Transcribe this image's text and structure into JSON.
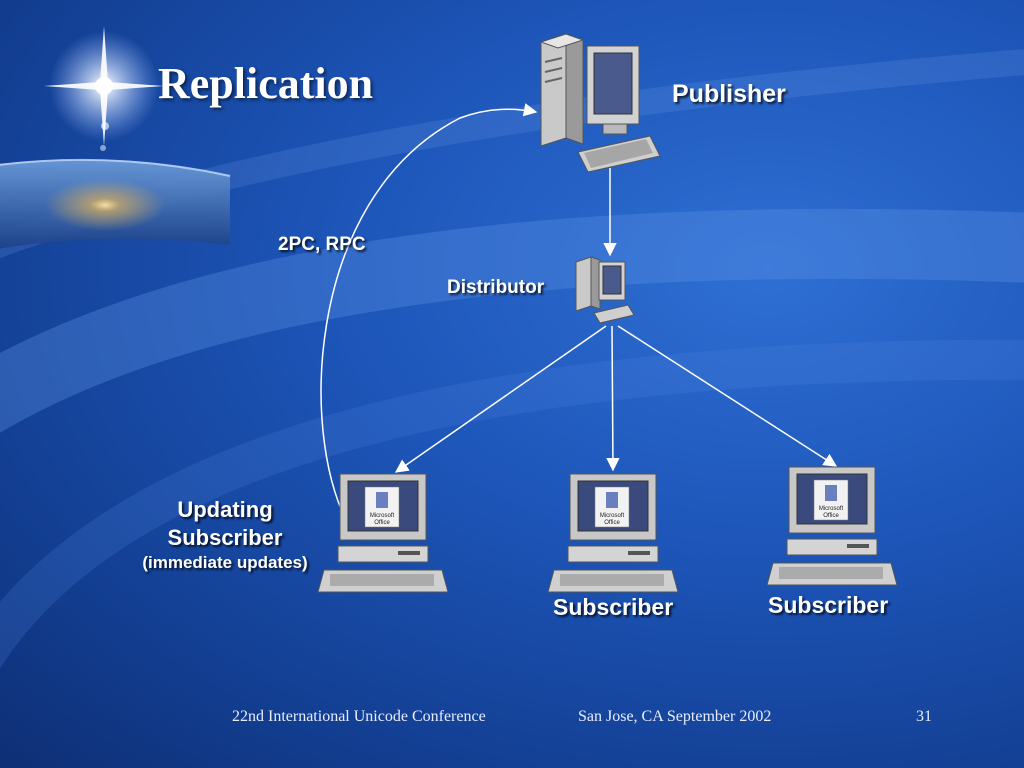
{
  "slide": {
    "title": "Replication",
    "footer": {
      "conference": "22nd International Unicode Conference",
      "location": "San Jose, CA September 2002",
      "page_number": "31"
    }
  },
  "diagram": {
    "nodes": {
      "publisher": {
        "label": "Publisher",
        "icon": "server-computer-icon"
      },
      "distributor": {
        "label": "Distributor",
        "icon": "server-computer-icon"
      },
      "updating_subscriber": {
        "label_line1": "Updating",
        "label_line2": "Subscriber",
        "label_line3": "(immediate updates)",
        "icon": "desktop-computer-icon",
        "screen_text": [
          "Microsoft",
          "Office"
        ]
      },
      "subscriber_1": {
        "label": "Subscriber",
        "icon": "desktop-computer-icon",
        "screen_text": [
          "Microsoft",
          "Office"
        ]
      },
      "subscriber_2": {
        "label": "Subscriber",
        "icon": "desktop-computer-icon",
        "screen_text": [
          "Microsoft",
          "Office"
        ]
      }
    },
    "edges": [
      {
        "from": "publisher",
        "to": "distributor"
      },
      {
        "from": "distributor",
        "to": "updating_subscriber"
      },
      {
        "from": "distributor",
        "to": "subscriber_1"
      },
      {
        "from": "distributor",
        "to": "subscriber_2"
      },
      {
        "from": "updating_subscriber",
        "to": "publisher",
        "label": "2PC, RPC"
      }
    ],
    "colors": {
      "background": "#1d55b8",
      "text": "#ffffff",
      "connector": "#ffffff"
    }
  }
}
